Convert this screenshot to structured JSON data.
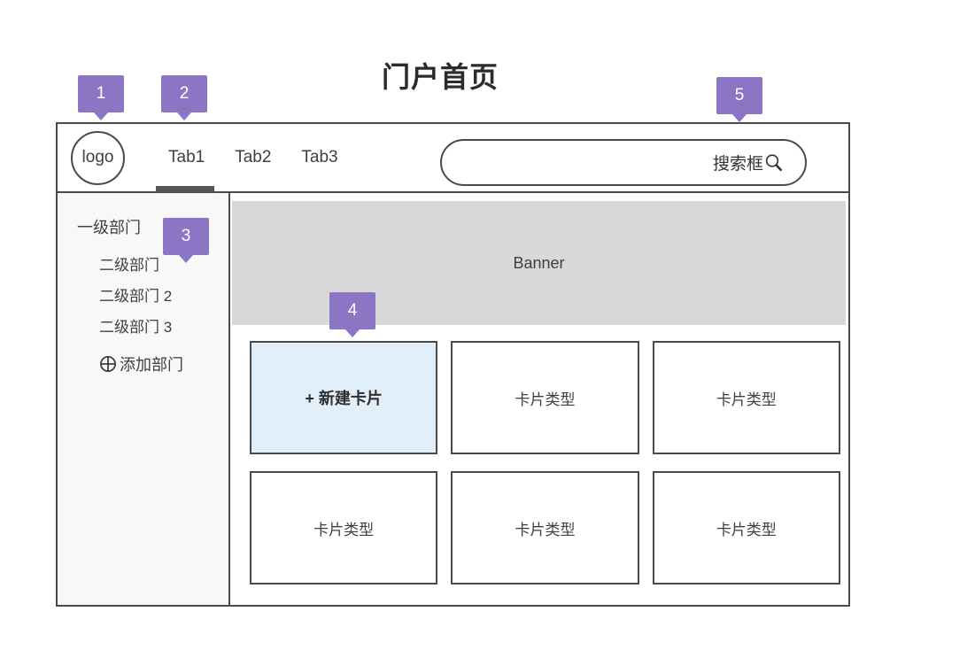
{
  "title": "门户首页",
  "badges": [
    "1",
    "2",
    "3",
    "4",
    "5"
  ],
  "header": {
    "logo_label": "logo",
    "tabs": [
      {
        "label": "Tab1",
        "active": true
      },
      {
        "label": "Tab2",
        "active": false
      },
      {
        "label": "Tab3",
        "active": false
      }
    ],
    "search": {
      "label": "搜索框",
      "icon": "magnifier-icon"
    }
  },
  "sidebar": {
    "level1_label": "一级部门",
    "level2_items": [
      "二级部门",
      "二级部门 2",
      "二级部门 3"
    ],
    "add_department": {
      "icon": "circle-plus-icon",
      "label": "添加部门"
    }
  },
  "content": {
    "banner_label": "Banner",
    "cards": [
      {
        "label": "+ 新建卡片",
        "highlight": true
      },
      {
        "label": "卡片类型",
        "highlight": false
      },
      {
        "label": "卡片类型",
        "highlight": false
      },
      {
        "label": "卡片类型",
        "highlight": false
      },
      {
        "label": "卡片类型",
        "highlight": false
      },
      {
        "label": "卡片类型",
        "highlight": false
      }
    ]
  },
  "colors": {
    "accent_purple": "#8d75c5",
    "banner_gray": "#d8d8d8",
    "sidebar_gray": "#f8f8f8",
    "card_highlight_blue": "#e1effa",
    "border_dark": "#4a4a4a"
  }
}
